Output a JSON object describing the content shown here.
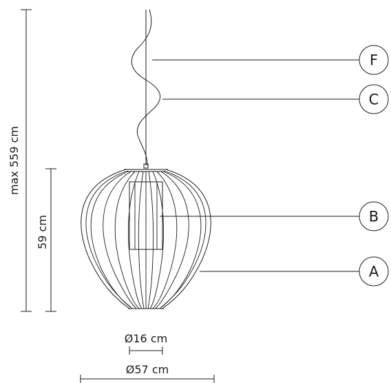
{
  "dimensions": {
    "total_height": "max 559 cm",
    "shade_height": "59 cm",
    "inner_diameter": "Ø16 cm",
    "outer_diameter": "Ø57 cm"
  },
  "callouts": [
    {
      "letter": "F"
    },
    {
      "letter": "C"
    },
    {
      "letter": "B"
    },
    {
      "letter": "A"
    }
  ]
}
